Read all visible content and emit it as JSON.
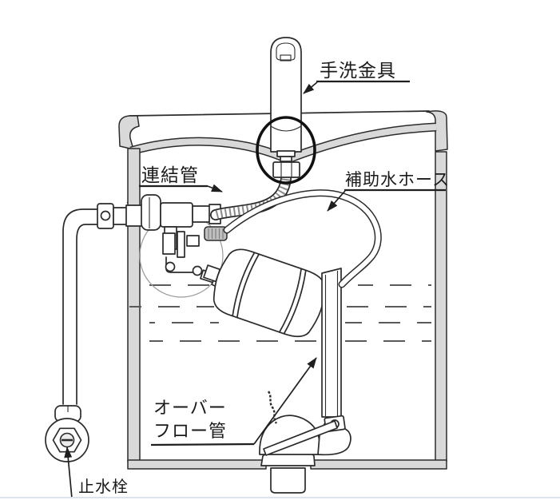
{
  "labels": {
    "handwash": "手洗金具",
    "renketsukan": "連結管",
    "hojosui_hose": "補助水ホース",
    "overflow_line1": "オーバー",
    "overflow_line2": "フロー管",
    "shisuisen": "止水栓"
  },
  "colors": {
    "line": "#2b2b2b",
    "tank_wall_gray": "#d9d9d9",
    "background": "#ffffff"
  }
}
